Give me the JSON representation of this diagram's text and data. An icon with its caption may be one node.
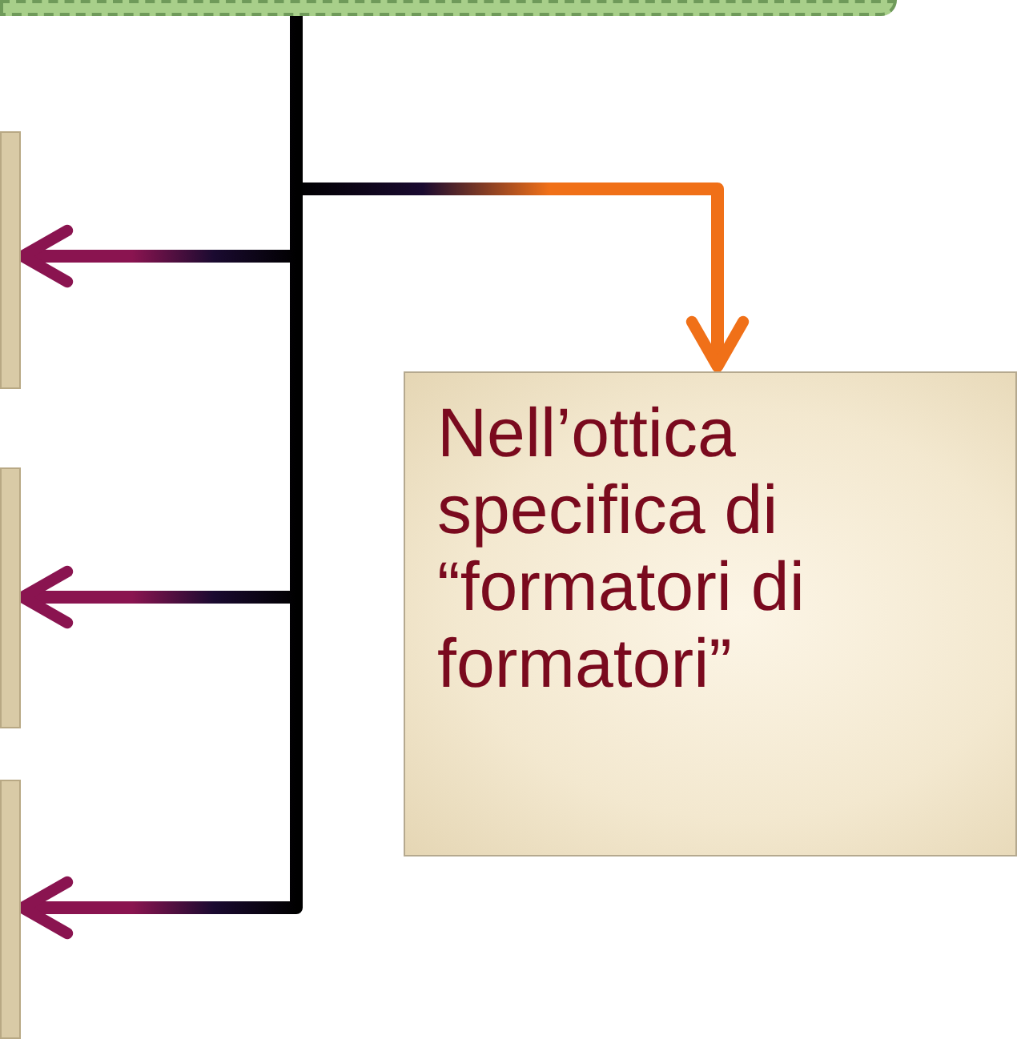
{
  "diagram": {
    "nodes": [
      {
        "text": [],
        "shape": "box"
      },
      {
        "text": [],
        "shape": "box"
      },
      {
        "text": [
          "Nell’ottica specifica di “formatori di formatori”"
        ]
      },
      {
        "text": [],
        "shape": "box"
      },
      {
        "text": [],
        "shape": "box"
      }
    ],
    "edges": [
      {
        "from": 0,
        "to": 1,
        "arrow": "to",
        "color": "#8a1450"
      },
      {
        "from": 0,
        "to": 2,
        "arrow": "to",
        "color": "#f07018"
      },
      {
        "from": 0,
        "to": 3,
        "arrow": "to",
        "color": "#8a1450"
      },
      {
        "from": 0,
        "to": 4,
        "arrow": "to",
        "color": "#8a1450"
      }
    ]
  }
}
